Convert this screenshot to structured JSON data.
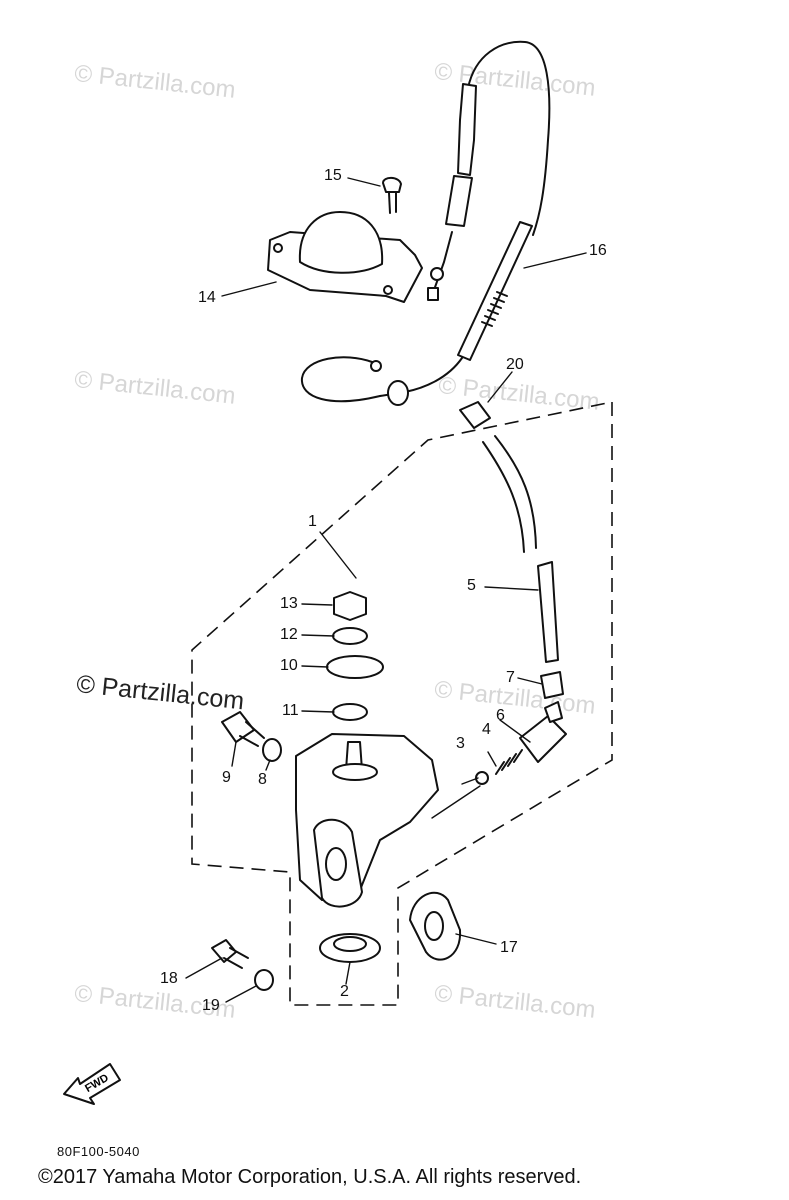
{
  "watermark_text": "© Partzilla.com",
  "callouts": [
    "1",
    "2",
    "3",
    "4",
    "5",
    "6",
    "7",
    "8",
    "9",
    "10",
    "11",
    "12",
    "13",
    "14",
    "15",
    "16",
    "17",
    "18",
    "19",
    "20"
  ],
  "fwd_label": "FWD",
  "diagram_code": "80F100-5040",
  "copyright": "©2017  Yamaha Motor Corporation, U.S.A. All rights reserved."
}
